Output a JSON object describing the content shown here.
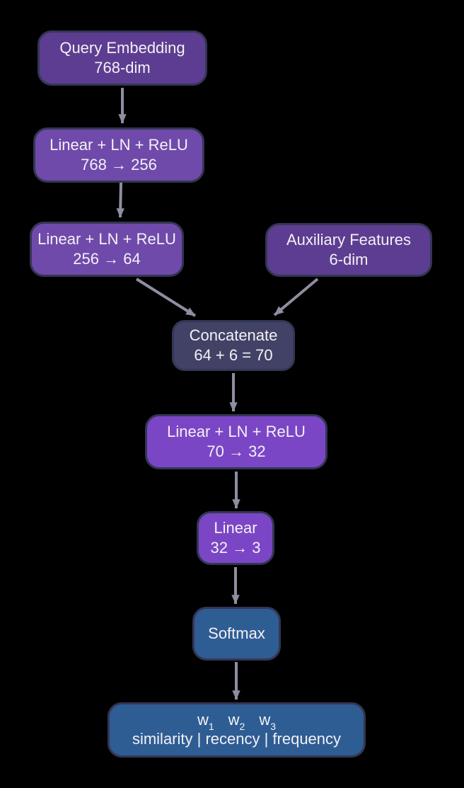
{
  "nodes": {
    "query_embedding": {
      "line1": "Query Embedding",
      "line2": "768-dim"
    },
    "mlp1": {
      "line1": "Linear + LN + ReLU",
      "line2": "768 → 256"
    },
    "mlp2": {
      "line1": "Linear + LN + ReLU",
      "line2": "256 → 64"
    },
    "aux_features": {
      "line1": "Auxiliary Features",
      "line2": "6-dim"
    },
    "concat": {
      "line1": "Concatenate",
      "line2": "64 + 6 = 70"
    },
    "mlp3": {
      "line1": "Linear + LN + ReLU",
      "line2": "70 → 32"
    },
    "linear_head": {
      "line1": "Linear",
      "line2": "32 → 3"
    },
    "softmax": {
      "line1": "Softmax"
    },
    "output": {
      "weights": [
        {
          "base": "w",
          "sub": "1"
        },
        {
          "base": "w",
          "sub": "2"
        },
        {
          "base": "w",
          "sub": "3"
        }
      ],
      "line2": "similarity | recency | frequency"
    }
  },
  "colors": {
    "background": "#000000",
    "node_purple_dark": "#5d3d91",
    "node_purple_mid": "#6f4aab",
    "node_purple_bright": "#7b46c6",
    "node_slate": "#414266",
    "node_blue": "#2e5d94",
    "node_border": "#333654",
    "edge": "#8e8ea2",
    "text": "#f3f1f5"
  }
}
